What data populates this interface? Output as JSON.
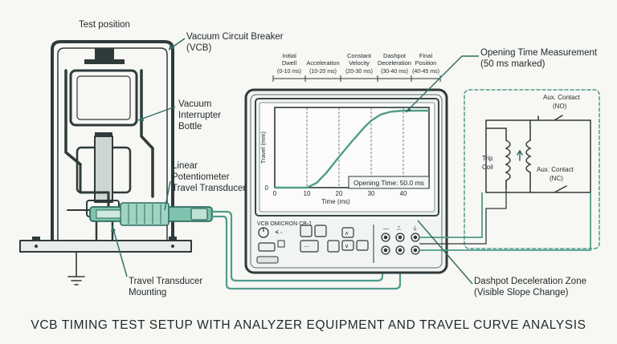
{
  "labels": {
    "test_position": "Test position",
    "vcb_1": "Vacuum Circuit Breaker",
    "vcb_2": "(VCB)",
    "interrupter_1": "Vacuum",
    "interrupter_2": "Interrupter",
    "interrupter_3": "Bottle",
    "transducer_1": "Linear",
    "transducer_2": "Potentiometer",
    "transducer_3": "Travel Transducer",
    "mounting_1": "Travel Transducer",
    "mounting_2": "Mounting",
    "opening_time_1": "Opening Time Measurement",
    "opening_time_2": "(50 ms marked)",
    "dashpot_zone_1": "Dashpot Deceleration Zone",
    "dashpot_zone_2": "(Visible Slope Change)",
    "aux_no_1": "Aux. Contact",
    "aux_no_2": "(NO)",
    "aux_nc_1": "Aux. Contact",
    "aux_nc_2": "(NC)",
    "trip_1": "Trip",
    "trip_2": "Coil",
    "analyzer_model": "VCB OMICRON CB-1",
    "title": "VCB TIMING TEST SETUP WITH ANALYZER EQUIPMENT AND TRAVEL CURVE ANALYSIS"
  },
  "phases": [
    {
      "name": "Initial Dwell",
      "name_1": "Initial",
      "name_2": "Dwell",
      "range": "(0-10 ms)"
    },
    {
      "name": "Acceleration",
      "name_1": "",
      "name_2": "Acceleration",
      "range": "(10-20 ms)"
    },
    {
      "name": "Constant Velocity",
      "name_1": "Constant",
      "name_2": "Velocity",
      "range": "(20-30 ms)"
    },
    {
      "name": "Dashpot Deceleration",
      "name_1": "Dashpot",
      "name_2": "Deceleration",
      "range": "(30-40 ms)"
    },
    {
      "name": "Final Position",
      "name_1": "Final",
      "name_2": "Position",
      "range": "(40-45 ms)"
    }
  ],
  "chart_data": {
    "type": "line",
    "xlabel": "Time (ms)",
    "ylabel": "Travel (mm)",
    "x_ticks": [
      "0",
      "10",
      "20",
      "30",
      "40"
    ],
    "y_tick": "0",
    "xlim": [
      0,
      48
    ],
    "ylim": [
      0,
      1
    ],
    "series": [
      {
        "x": [
          0,
          10,
          13,
          16,
          20,
          24,
          28,
          30,
          33,
          36,
          40,
          44,
          48
        ],
        "y": [
          0,
          0,
          0.06,
          0.19,
          0.4,
          0.6,
          0.79,
          0.87,
          0.95,
          0.985,
          1.0,
          1.0,
          1.0
        ]
      }
    ],
    "gridlines_x": [
      10,
      20,
      30,
      40
    ],
    "annotation": "Opening Time: 50.0 ms",
    "colors": {
      "curve": "#4f9c8a",
      "frame": "#2f3a3a",
      "accent": "#3b8f80"
    }
  }
}
